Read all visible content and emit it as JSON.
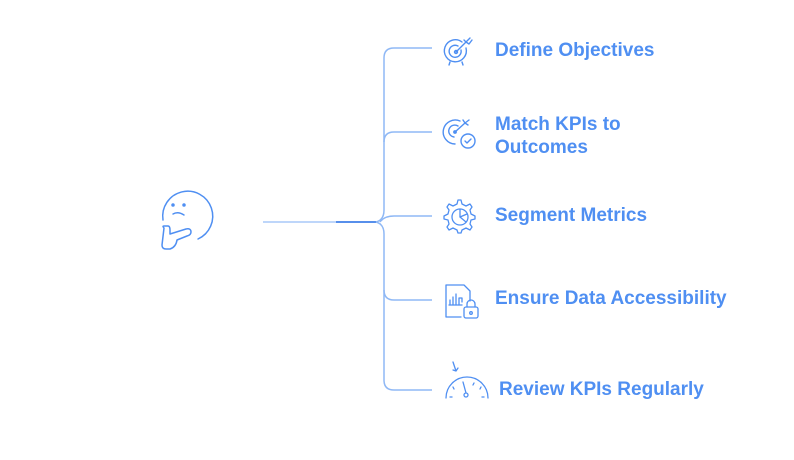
{
  "diagram": {
    "root": {
      "icon": "thinking-face-icon"
    },
    "branches": [
      {
        "label": "Define Objectives",
        "icon": "target-arrow-icon"
      },
      {
        "label": "Match KPIs to Outcomes",
        "line1": "Match KPIs to",
        "line2": "Outcomes",
        "icon": "target-check-icon"
      },
      {
        "label": "Segment Metrics",
        "icon": "gear-pie-chart-icon"
      },
      {
        "label": "Ensure Data Accessibility",
        "icon": "document-chart-lock-icon"
      },
      {
        "label": "Review KPIs Regularly",
        "icon": "gauge-icon"
      }
    ]
  },
  "colors": {
    "accent": "#4f8ff2",
    "line": "#8fb8f5",
    "line_dark": "#3f7fe8"
  }
}
